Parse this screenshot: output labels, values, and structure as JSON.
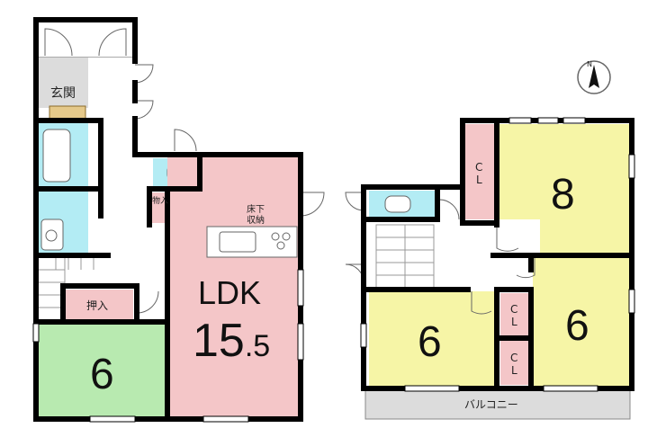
{
  "floor_1": {
    "entrance_label": "玄関",
    "closet_label": "押入",
    "storage_label": "物入",
    "underfloor_label_1": "床下",
    "underfloor_label_2": "収納",
    "ldk_label": "LDK",
    "ldk_size_int": "15",
    "ldk_size_dec": ".5",
    "washitsu_size": "6"
  },
  "floor_2": {
    "cl_label_1": "C",
    "cl_label_2": "L",
    "bedroom_top_size": "8",
    "bedroom_left_size": "6",
    "bedroom_right_size": "6",
    "balcony_label": "バルコニー"
  },
  "compass": {
    "north_label": "N"
  },
  "colors": {
    "wall": "#000000",
    "ldk": "#f4c6c8",
    "washitsu": "#b8eab0",
    "bedroom": "#f6f5a6",
    "closet": "#f4c6c8",
    "wet_area": "#b3ecf4",
    "entrance": "#dcdcdc",
    "balcony": "#dcdcdc",
    "fixture": "#e5c98a"
  }
}
